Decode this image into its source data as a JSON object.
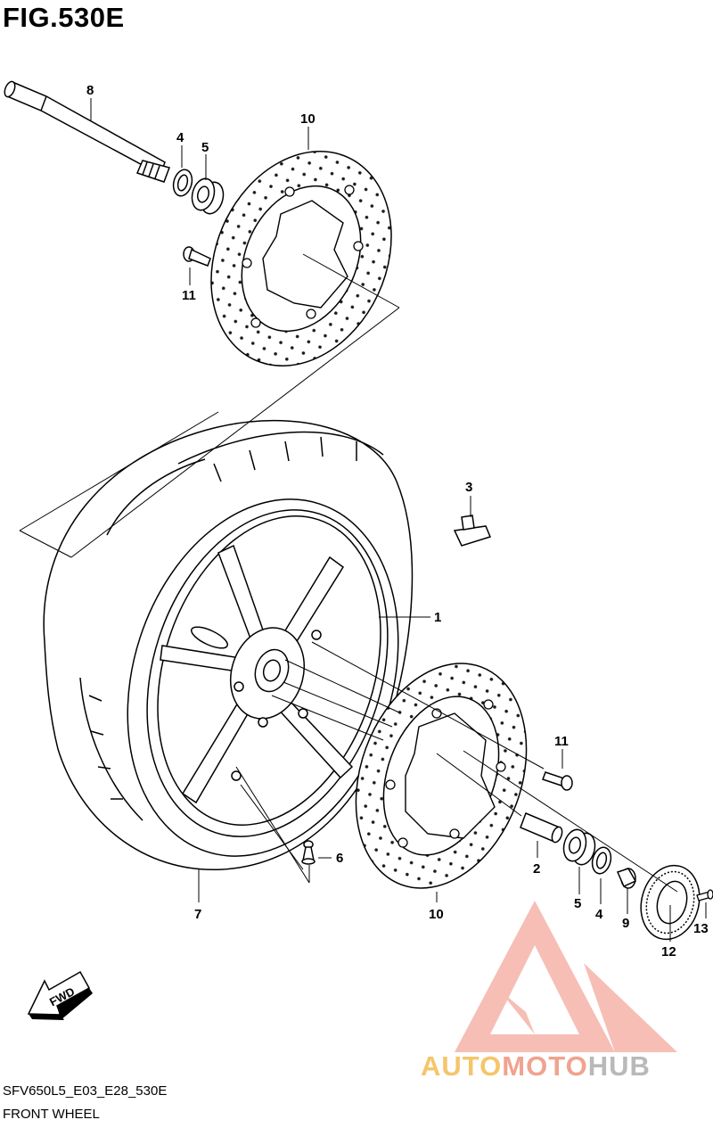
{
  "figure_title": "FIG.530E",
  "callouts": {
    "p1": "1",
    "p2": "2",
    "p3": "3",
    "p4a": "4",
    "p4b": "4",
    "p5a": "5",
    "p5b": "5",
    "p6": "6",
    "p7": "7",
    "p8": "8",
    "p9": "9",
    "p10a": "10",
    "p10b": "10",
    "p11a": "11",
    "p11b": "11",
    "p12": "12",
    "p13": "13"
  },
  "fwd_label": "FWD",
  "footer": {
    "code": "SFV650L5_E03_E28_530E",
    "name": "FRONT WHEEL"
  },
  "watermark": {
    "part1": "AUTO",
    "part2": "MOTO",
    "part3": "HUB",
    "colors": {
      "auto": "#f5c56a",
      "moto": "#f0a38e",
      "hub": "#b9b9b9",
      "logo": "#f08a7a"
    }
  }
}
